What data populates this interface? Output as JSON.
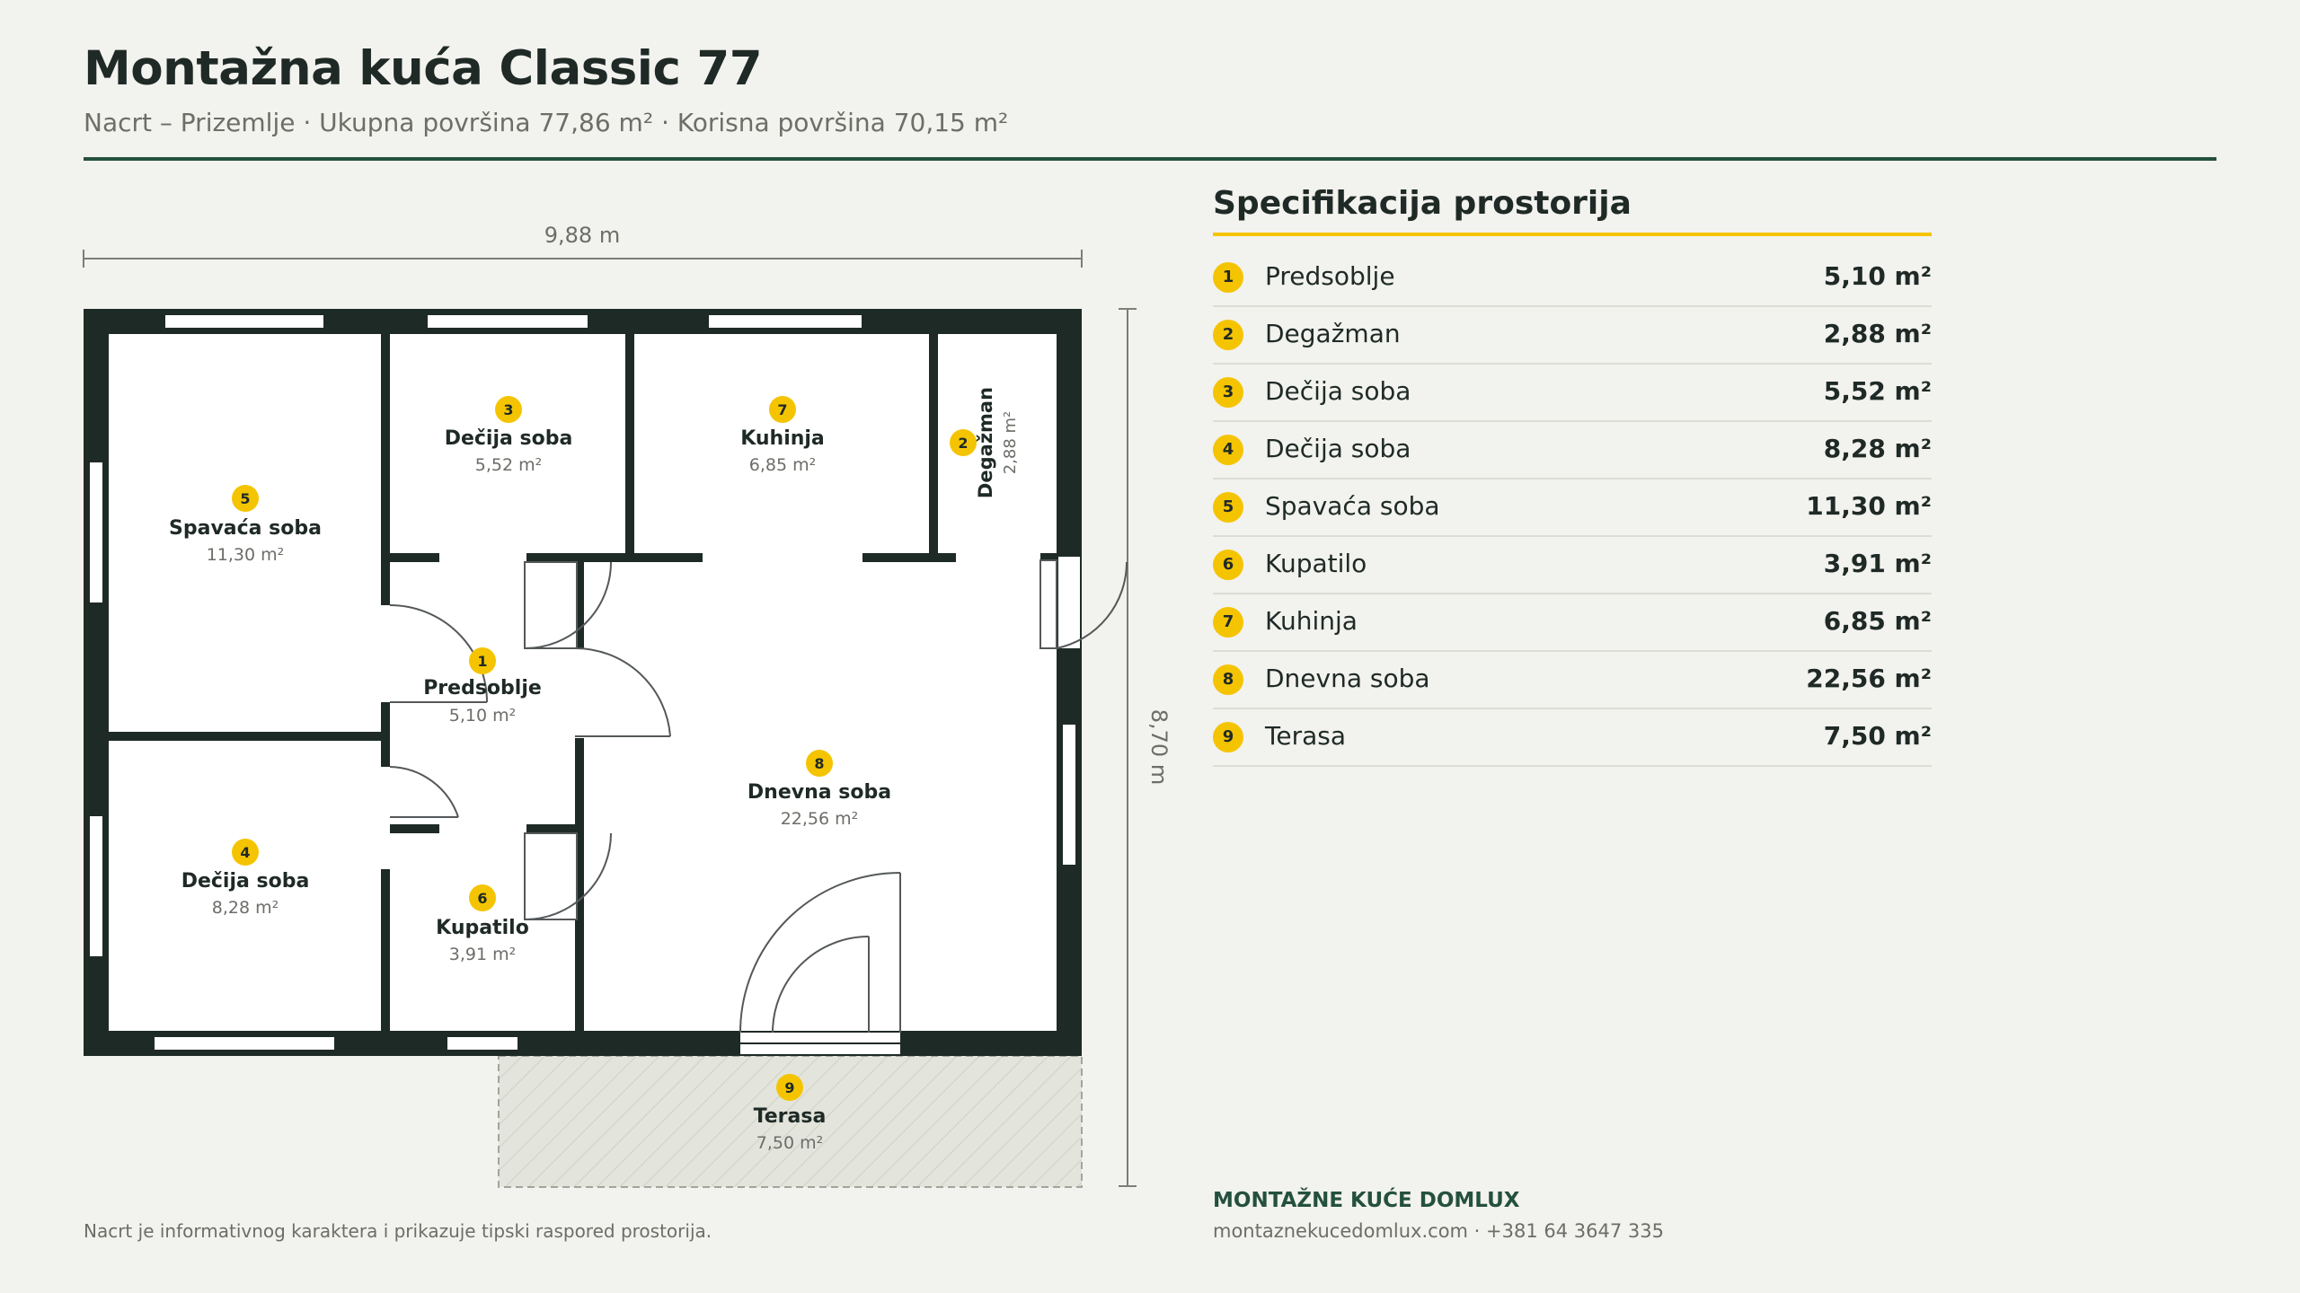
{
  "header": {
    "title": "Montažna kuća Classic 77",
    "subtitle": "Nacrt – Prizemlje · Ukupna površina 77,86 m² · Korisna površina 70,15 m²"
  },
  "plan": {
    "width_label": "9,88 m",
    "depth_label": "8,70 m",
    "rooms": [
      {
        "num": "1",
        "name": "Predsoblje",
        "area": "5,10 m²"
      },
      {
        "num": "2",
        "name": "Degažman",
        "area": "2,88 m²"
      },
      {
        "num": "3",
        "name": "Dečija soba",
        "area": "5,52 m²"
      },
      {
        "num": "4",
        "name": "Dečija soba",
        "area": "8,28 m²"
      },
      {
        "num": "5",
        "name": "Spavaća soba",
        "area": "11,30 m²"
      },
      {
        "num": "6",
        "name": "Kupatilo",
        "area": "3,91 m²"
      },
      {
        "num": "7",
        "name": "Kuhinja",
        "area": "6,85 m²"
      },
      {
        "num": "8",
        "name": "Dnevna soba",
        "area": "22,56 m²"
      },
      {
        "num": "9",
        "name": "Terasa",
        "area": "7,50 m²"
      }
    ]
  },
  "spec": {
    "title": "Specifikacija prostorija",
    "rows": [
      {
        "num": "1",
        "name": "Predsoblje",
        "area": "5,10 m²"
      },
      {
        "num": "2",
        "name": "Degažman",
        "area": "2,88 m²"
      },
      {
        "num": "3",
        "name": "Dečija soba",
        "area": "5,52 m²"
      },
      {
        "num": "4",
        "name": "Dečija soba",
        "area": "8,28 m²"
      },
      {
        "num": "5",
        "name": "Spavaća soba",
        "area": "11,30 m²"
      },
      {
        "num": "6",
        "name": "Kupatilo",
        "area": "3,91 m²"
      },
      {
        "num": "7",
        "name": "Kuhinja",
        "area": "6,85 m²"
      },
      {
        "num": "8",
        "name": "Dnevna soba",
        "area": "22,56 m²"
      },
      {
        "num": "9",
        "name": "Terasa",
        "area": "7,50 m²"
      }
    ]
  },
  "footer": {
    "brand": "MONTAŽNE KUĆE DOMLUX",
    "contact": "montaznekucedomlux.com · +381 64 3647 335",
    "note": "Nacrt je informativnog karaktera i prikazuje tipski raspored prostorija."
  },
  "colors": {
    "wall": "#1e2a26",
    "accent_green": "#24503f",
    "badge_yellow": "#f5c400",
    "background": "#f2f2ee",
    "terrace": "#e3e4db"
  }
}
